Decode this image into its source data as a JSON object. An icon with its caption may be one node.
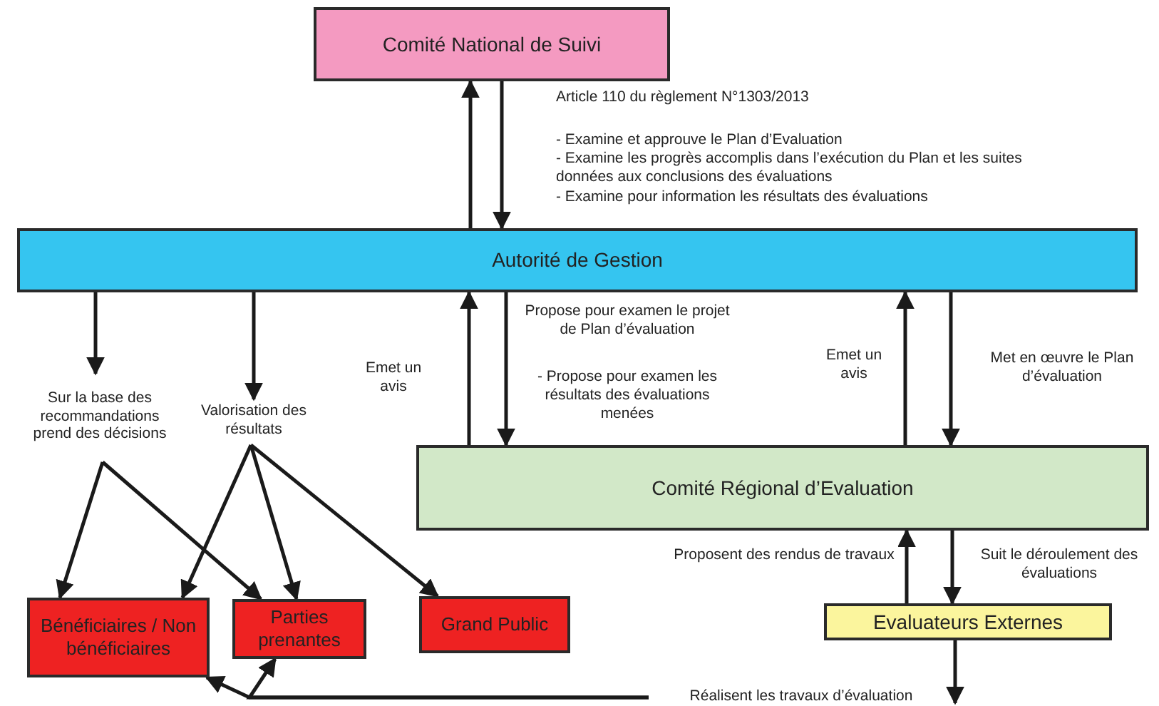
{
  "diagram": {
    "nodes": [
      {
        "text": [
          "Comité National de Suivi"
        ]
      },
      {
        "text": [
          "Autorité de Gestion"
        ]
      },
      {
        "text": [
          "Comité Régional d’Evaluation"
        ]
      },
      {
        "text": [
          "Evaluateurs Externes"
        ]
      },
      {
        "text": [
          "Sur la base des recommandations prend des décisions"
        ]
      },
      {
        "text": [
          "Valorisation des résultats"
        ]
      },
      {
        "text": [
          "Bénéficiaires / Non bénéficiaires"
        ]
      },
      {
        "text": [
          "Parties prenantes"
        ]
      },
      {
        "text": [
          "Grand Public"
        ]
      }
    ],
    "edges": [
      {
        "from": 1,
        "to": 0,
        "arrow": "to"
      },
      {
        "from": 0,
        "to": 1,
        "arrow": "to"
      },
      {
        "from": 1,
        "to": 4,
        "arrow": "to"
      },
      {
        "from": 1,
        "to": 5,
        "arrow": "to"
      },
      {
        "from": 2,
        "to": 1,
        "arrow": "to",
        "label": "Emet un avis"
      },
      {
        "from": 1,
        "to": 2,
        "arrow": "to",
        "label": "Propose pour examen le projet de Plan d’évaluation"
      },
      {
        "from": 2,
        "to": 1,
        "arrow": "to",
        "label": "Emet un avis"
      },
      {
        "from": 1,
        "to": 2,
        "arrow": "to",
        "label": "Met en œuvre le Plan d’évaluation"
      },
      {
        "from": 3,
        "to": 2,
        "arrow": "to",
        "label": "Proposent des rendus de travaux"
      },
      {
        "from": 2,
        "to": 3,
        "arrow": "to",
        "label": "Suit le déroulement des évaluations"
      },
      {
        "from": 3,
        "to": null,
        "arrow": "to"
      },
      {
        "from": 4,
        "to": 6,
        "arrow": "to"
      },
      {
        "from": 4,
        "to": 7,
        "arrow": "to"
      },
      {
        "from": 5,
        "to": 6,
        "arrow": "to"
      },
      {
        "from": 5,
        "to": 7,
        "arrow": "to"
      },
      {
        "from": 5,
        "to": 8,
        "arrow": "to"
      },
      {
        "from": null,
        "to": 6,
        "arrow": "to",
        "label": "Réalisent les travaux d’évaluation"
      },
      {
        "from": null,
        "to": 7,
        "arrow": "to"
      }
    ],
    "labels": [
      "Article 110 du règlement N°1303/2013",
      "- Examine et approuve le Plan d’Evaluation",
      "- Examine les progrès accomplis dans l’exécution du Plan et les suites données aux conclusions des évaluations",
      "- Examine pour information les résultats des évaluations",
      "- Propose pour examen les résultats des évaluations menées"
    ]
  }
}
